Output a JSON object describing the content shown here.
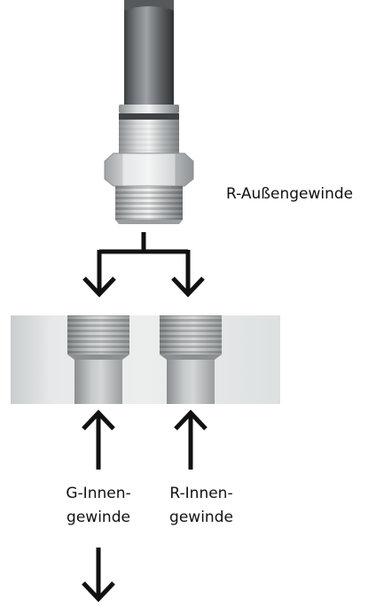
{
  "labels": {
    "male_thread": "R-Außengewinde",
    "left_port_line1": "G-Innen-",
    "left_port_line2": "gewinde",
    "right_port_line1": "R-Innen-",
    "right_port_line2": "gewinde"
  },
  "colors": {
    "arrow": "#111111",
    "text": "#111111",
    "block": "#dfe2e3",
    "metal": "#b4b7b8",
    "tube": "#6a6e70"
  }
}
